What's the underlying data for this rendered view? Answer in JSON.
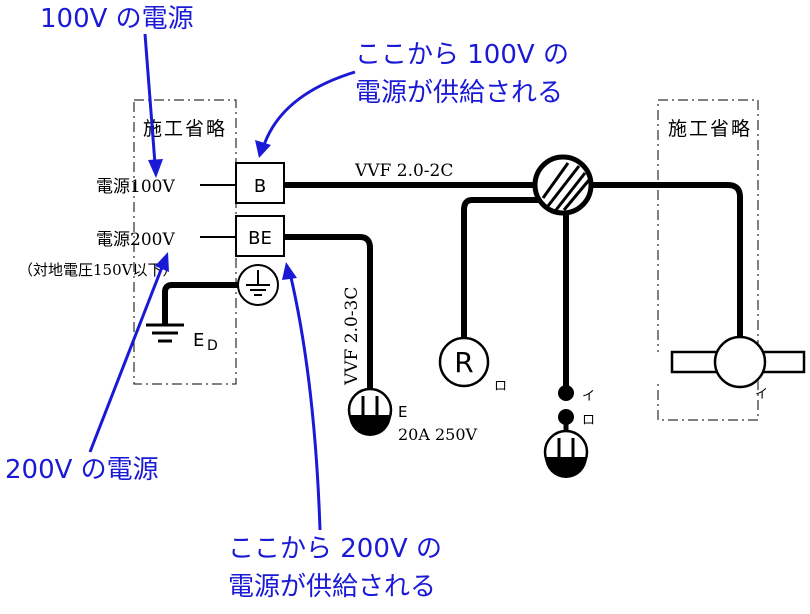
{
  "labels": {
    "source_100v_title": "100V の電源",
    "source_200v_title": "200V の電源",
    "callout_100v_line1": "ここから 100V の",
    "callout_100v_line2": "電源が供給される",
    "callout_200v_line1": "ここから 200V の",
    "callout_200v_line2": "電源が供給される",
    "omitted_left": "施工省略",
    "omitted_right": "施工省略",
    "power_100v": "電源100V",
    "power_200v": "電源200V",
    "ground_voltage_note": "（対地電圧150V以下）",
    "breaker_b": "B",
    "breaker_be": "BE",
    "cable_100v": "VVF 2.0-2C",
    "cable_200v": "VVF 2.0-3C",
    "ground_e": "E",
    "ground_d": "D",
    "outlet_e": "E",
    "outlet_rating": "20A 250V",
    "receptacle_r": "R",
    "ro_label_1": "ロ",
    "switch_i": "イ",
    "switch_ro": "ロ",
    "lamp_i": "イ"
  },
  "colors": {
    "annotation": "#1a1ad6",
    "wire": "#000000"
  }
}
